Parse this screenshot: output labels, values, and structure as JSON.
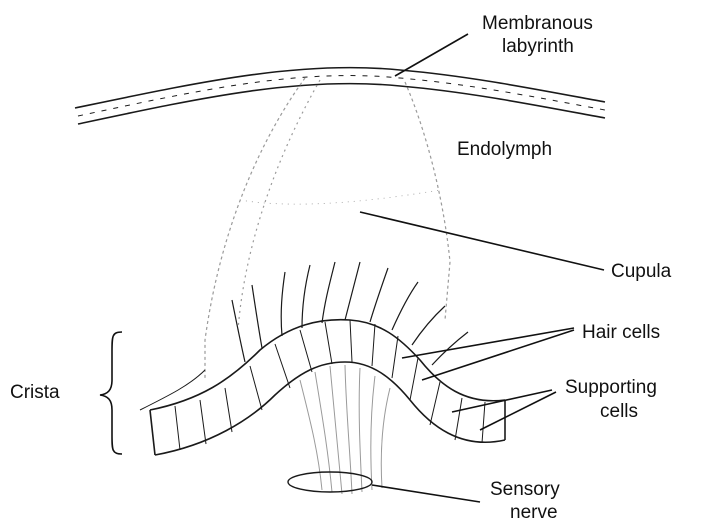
{
  "labels": {
    "membranous_1": "Membranous",
    "membranous_2": "labyrinth",
    "endolymph": "Endolymph",
    "cupula": "Cupula",
    "hair_cells": "Hair cells",
    "supporting_1": "Supporting",
    "supporting_2": "cells",
    "crista": "Crista",
    "sensory_1": "Sensory",
    "sensory_2": "nerve"
  }
}
